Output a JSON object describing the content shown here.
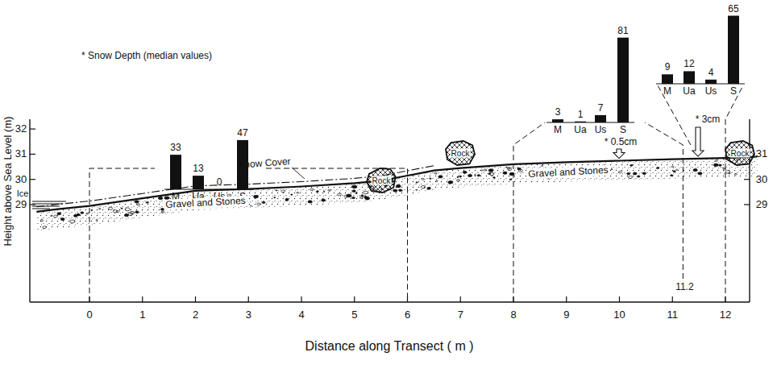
{
  "diagram": {
    "nodes": [
      {
        "text": [
          "Rock"
        ]
      },
      {
        "text": [
          "Rock"
        ]
      },
      {
        "text": [
          "Rock"
        ]
      }
    ],
    "labels": [
      "* Snow Depth (median values)",
      "33",
      "13",
      "0",
      "47",
      "M",
      "Ua",
      "Us",
      "S",
      "3",
      "1",
      "7",
      "81",
      "M",
      "Ua",
      "Us",
      "S",
      "9",
      "12",
      "4",
      "65",
      "M",
      "Ua",
      "Us",
      "S",
      "* 0.5cm",
      "* 3cm",
      "Ice",
      "Snow Cover",
      "Gravel and Stones",
      "Gravel and Stones",
      "11.2",
      "29",
      "30",
      "31",
      "32",
      "29",
      "30",
      "31",
      "0",
      "1",
      "2",
      "3",
      "4",
      "5",
      "6",
      "7",
      "8",
      "9",
      "10",
      "11",
      "12",
      "Height above Sea Level (m)",
      "Distance along Transect ( m )"
    ]
  }
}
